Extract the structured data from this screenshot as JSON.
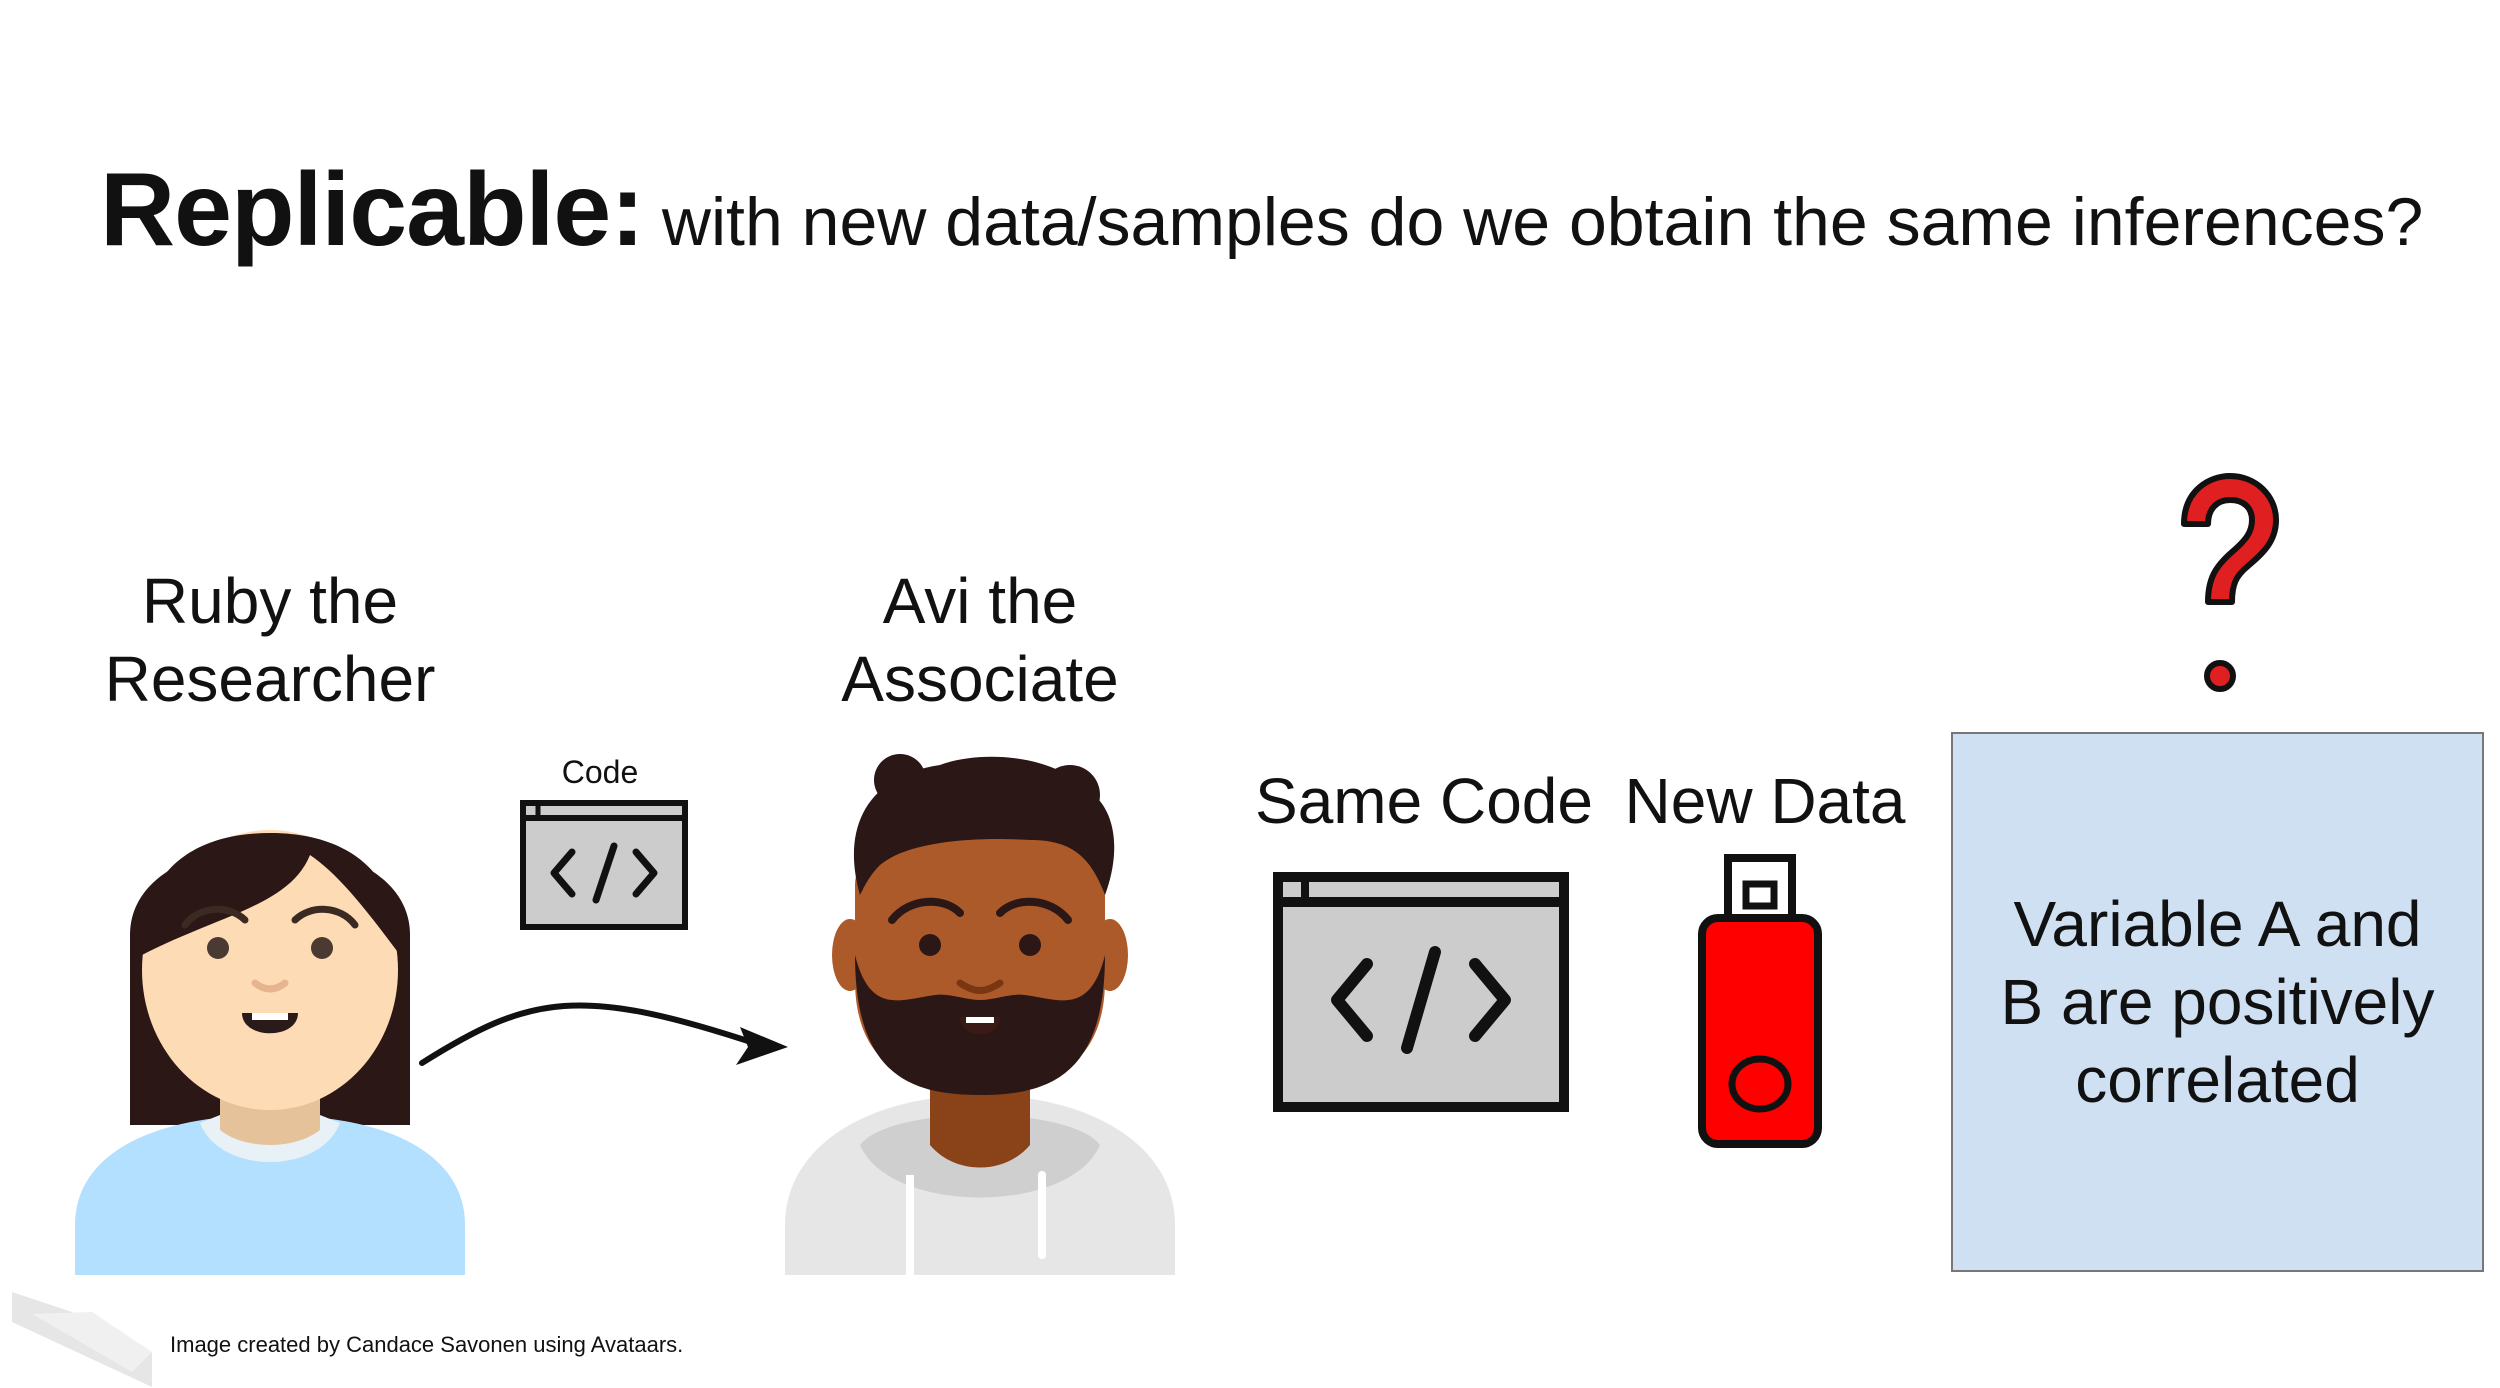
{
  "title": {
    "bold": "Replicable:",
    "rest": "with new data/samples do we obtain the same inferences?"
  },
  "people": {
    "ruby": {
      "line1": "Ruby the",
      "line2": "Researcher"
    },
    "avi": {
      "line1": "Avi the",
      "line2": "Associate"
    }
  },
  "transfer_label": "Code",
  "same_code_label": "Same Code",
  "new_data_label": "New Data",
  "conclusion": {
    "line1": "Variable A and",
    "line2": "B are positively",
    "line3": "correlated"
  },
  "question_mark": "?",
  "credit": "Image created by Candace Savonen using Avataars.",
  "colors": {
    "conclusion_bg": "#cfe0f2",
    "usb_red": "#ff0000",
    "question_red": "#e02020",
    "code_window_gray": "#cccccc",
    "ruby_shirt": "#b3e0ff",
    "avi_skin": "#ad5a2a"
  },
  "icons": [
    "code-window-icon",
    "usb-drive-icon",
    "question-mark-icon",
    "arrow-icon",
    "slide-corner-logo-icon"
  ]
}
